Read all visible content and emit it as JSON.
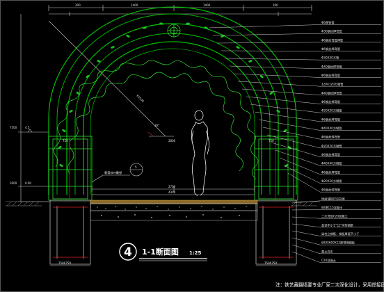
{
  "title": {
    "number": "4",
    "name": "1-1断面图",
    "scale": "1:25"
  },
  "note": "注：铁艺藏翻墙要专业厂家二次深化设计，采用焊接固定",
  "detail_ref": {
    "label": "葡萄枝叶雕塑",
    "number": "5"
  },
  "radius_label": "R1500",
  "angle_label": "30°",
  "top_dims": [
    "200",
    "1400",
    "1400",
    "200"
  ],
  "mid_dims": [
    "750",
    "2800",
    "750"
  ],
  "floor_dims": [
    "2700",
    "4300"
  ],
  "bottom_dims": [
    "750X750",
    "750X750"
  ],
  "left_elev": [
    "7500",
    "4.5",
    "2000",
    "0.00"
  ],
  "right_labels": [
    "Φ6厚铁管",
    "Φ30钢丝焊弯管",
    "Φ6钢丝弯管焊管",
    "Φ6钢丝焊弯管",
    "Φ30X30方管",
    "Φ40钢丝焊弯管",
    "Φ6钢丝焊弯管",
    "120X120方钢管",
    "Φ40钢丝焊弯管",
    "Φ6钢丝焊弯管",
    "Φ20X20方钢管",
    "Φ6钢丝焊弯管",
    "Φ40X40方钢管",
    "Φ6钢丝焊弯管",
    "Φ20X20方钢管",
    "Φ6钢丝焊弯管",
    "Φ40X40方钢管",
    "Φ6钢丝焊弯管",
    "Φ20X20方钢管",
    "Φ6钢丝焊弯管",
    "地面铺装详见总图",
    "80厚C15混凝土",
    "二次浇筑C20混凝土",
    "直径不小于\"口\"字型钢筋",
    "梁柱立钢筋，钢板厚度不小于",
    "600X600X12厚预埋钢板",
    "素土夯实",
    "C20混凝土"
  ]
}
